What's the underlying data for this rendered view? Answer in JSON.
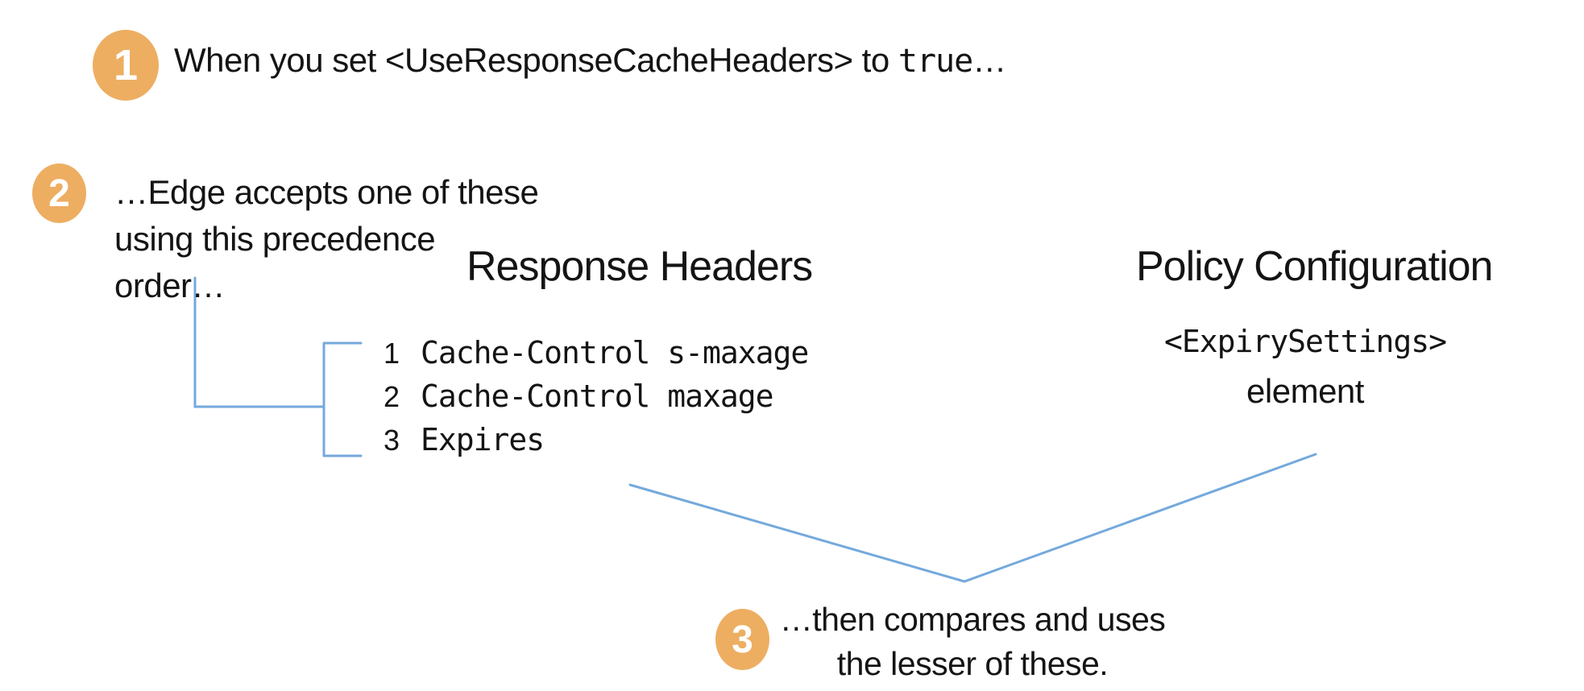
{
  "step1": {
    "number": "1",
    "text_before": "When you set ",
    "element_name": "<UseResponseCacheHeaders>",
    "text_between": " to ",
    "code_value": "true",
    "trailing": "…"
  },
  "step2": {
    "number": "2",
    "line1": "…Edge accepts one of these",
    "line2": "using this precedence",
    "line3": "order…"
  },
  "step3": {
    "number": "3",
    "line1": "…then compares and uses",
    "line2": "the lesser of these."
  },
  "response_headers": {
    "heading": "Response Headers",
    "items": [
      {
        "rank": "1",
        "value": "Cache-Control s-maxage"
      },
      {
        "rank": "2",
        "value": "Cache-Control maxage"
      },
      {
        "rank": "3",
        "value": "Expires"
      }
    ]
  },
  "policy_configuration": {
    "heading": "Policy Configuration",
    "code": "<ExpirySettings>",
    "label": "element"
  },
  "colors": {
    "badge": "#EDAE62",
    "connector": "#74A9DC",
    "text": "#141414"
  }
}
